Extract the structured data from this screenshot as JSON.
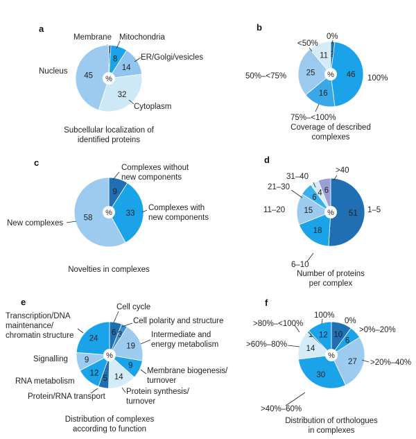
{
  "center_label": "%",
  "chart_data": [
    {
      "id": "a",
      "letter": "a",
      "type": "pie",
      "caption": [
        "Subcellular localization of",
        "identified proteins"
      ],
      "slices": [
        {
          "label": "Membrane",
          "value": 1,
          "color": "#1f6fb2"
        },
        {
          "label": "Mitochondria",
          "value": 8,
          "color": "#1aa3e8"
        },
        {
          "label": "ER/Golgi/vesicles",
          "value": 14,
          "color": "#8fc5ee"
        },
        {
          "label": "Cytoplasm",
          "value": 32,
          "color": "#cde8f7"
        },
        {
          "label": "Nucleus",
          "value": 45,
          "color": "#9ccbef"
        }
      ]
    },
    {
      "id": "b",
      "letter": "b",
      "type": "pie",
      "caption": [
        "Coverage of described",
        "complexes"
      ],
      "slices": [
        {
          "label": "0%",
          "value": 2,
          "color": "#1f6fb2"
        },
        {
          "label": "100%",
          "value": 46,
          "color": "#1aa3e8"
        },
        {
          "label": "75%–<100%",
          "value": 16,
          "color": "#3aa7e6"
        },
        {
          "label": "50%–<75%",
          "value": 25,
          "color": "#9ccbef"
        },
        {
          "label": "<50%",
          "value": 11,
          "color": "#d4ebf8"
        }
      ]
    },
    {
      "id": "c",
      "letter": "c",
      "type": "pie",
      "caption": [
        "Novelties in complexes"
      ],
      "slices": [
        {
          "label": "Complexes without new components",
          "value": 9,
          "color": "#1f6fb2"
        },
        {
          "label": "Complexes with new components",
          "value": 33,
          "color": "#1aa3e8"
        },
        {
          "label": "New complexes",
          "value": 58,
          "color": "#9ccbef"
        }
      ]
    },
    {
      "id": "d",
      "letter": "d",
      "type": "pie",
      "caption": [
        "Number of proteins",
        "per complex"
      ],
      "slices": [
        {
          "label": "1–5",
          "value": 51,
          "color": "#1f6fb2"
        },
        {
          "label": "6–10",
          "value": 18,
          "color": "#1aa3e8"
        },
        {
          "label": "11–20",
          "value": 15,
          "color": "#9ccbef"
        },
        {
          "label": "21–30",
          "value": 6,
          "color": "#3ab0ea"
        },
        {
          "label": "31–40",
          "value": 4,
          "color": "#d4ebf8"
        },
        {
          "label": ">40",
          "value": 6,
          "color": "#9a9fd6"
        }
      ]
    },
    {
      "id": "e",
      "letter": "e",
      "type": "pie",
      "caption": [
        "Distribution of complexes",
        "according to function"
      ],
      "slices": [
        {
          "label": "Cell cycle",
          "value": 6,
          "color": "#1f6fb2"
        },
        {
          "label": "Cell polarity and structure",
          "value": 3,
          "color": "#3a8fd0"
        },
        {
          "label": "Intermediate and energy metabolism",
          "value": 19,
          "color": "#9ccbef"
        },
        {
          "label": "Membrane biogenesis/ turnover",
          "value": 9,
          "color": "#1aa3e8"
        },
        {
          "label": "Protein synthesis/ turnover",
          "value": 14,
          "color": "#d4ebf8"
        },
        {
          "label": "Protein/RNA transport",
          "value": 5,
          "color": "#1f6fb2"
        },
        {
          "label": "RNA metabolism",
          "value": 12,
          "color": "#1aa3e8"
        },
        {
          "label": "Signalling",
          "value": 9,
          "color": "#9ccbef"
        },
        {
          "label": "Transcription/DNA maintenance/ chromatin structure",
          "value": 24,
          "color": "#1aa3e8"
        }
      ]
    },
    {
      "id": "f",
      "letter": "f",
      "type": "pie",
      "caption": [
        "Distribution of orthologues",
        "in complexes"
      ],
      "slices": [
        {
          "label": "0%",
          "value": 10,
          "color": "#1f6fb2"
        },
        {
          "label": ">0%–20%",
          "value": 6,
          "color": "#1aa3e8"
        },
        {
          "label": ">20%–40%",
          "value": 27,
          "color": "#9ccbef"
        },
        {
          "label": ">40%–60%",
          "value": 30,
          "color": "#1aa3e8"
        },
        {
          "label": ">60%–80%",
          "value": 14,
          "color": "#d4ebf8"
        },
        {
          "label": ">80%–<100%",
          "value": 1,
          "color": "#3a8fd0"
        },
        {
          "label": "100%",
          "value": 12,
          "color": "#1aa3e8"
        }
      ]
    }
  ]
}
